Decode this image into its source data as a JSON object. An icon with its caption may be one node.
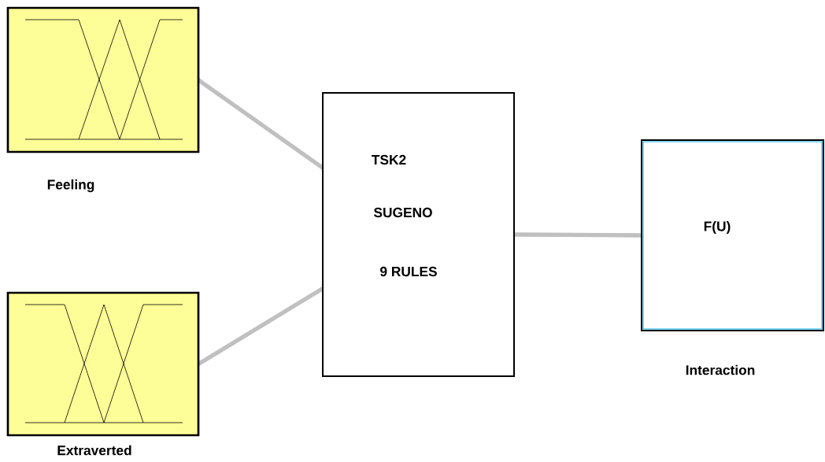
{
  "diagram": {
    "nodes": [
      {
        "text": [
          "Feeling"
        ]
      },
      {
        "text": [
          "Extraverted"
        ]
      },
      {
        "text": [
          "TSK2",
          "SUGENO",
          "9 RULES"
        ]
      },
      {
        "text": [
          "F(U)",
          "Interaction"
        ]
      }
    ],
    "edges": [
      {
        "from": 0,
        "to": 2,
        "arrow": "none"
      },
      {
        "from": 1,
        "to": 2,
        "arrow": "none"
      },
      {
        "from": 2,
        "to": 3,
        "arrow": "none"
      }
    ]
  }
}
